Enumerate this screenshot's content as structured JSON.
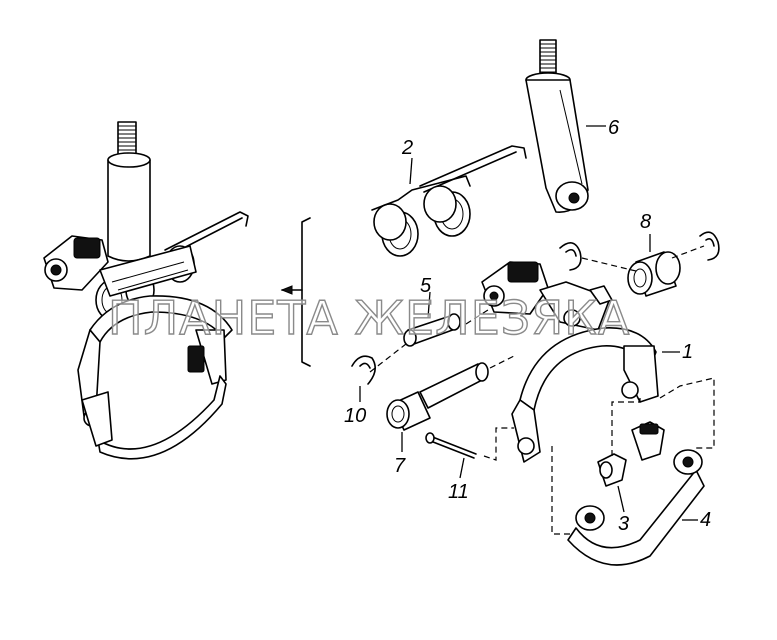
{
  "watermark": "ПЛАНЕТА ЖЕЛЕЗЯКА",
  "callouts": {
    "c1": "1",
    "c2": "2",
    "c3": "3",
    "c4": "4",
    "c5": "5",
    "c6": "6",
    "c7": "7",
    "c8": "8",
    "c10": "10",
    "c11": "11"
  }
}
